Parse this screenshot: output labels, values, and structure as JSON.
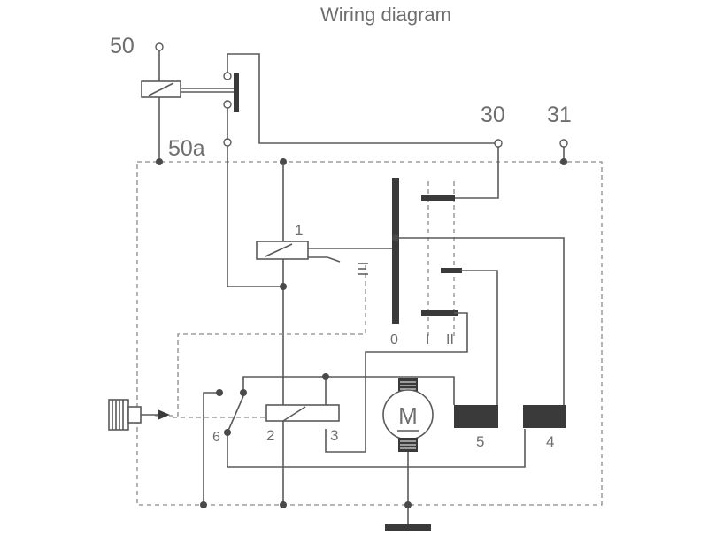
{
  "title": "Wiring diagram",
  "terminals": {
    "t50": "50",
    "t50a": "50a",
    "t30": "30",
    "t31": "31"
  },
  "labels": {
    "relay": "1",
    "pos0": "0",
    "pos1": "I",
    "pos2": "II",
    "n2": "2",
    "n3": "3",
    "n4": "4",
    "n5": "5",
    "n6": "6",
    "motor": "M"
  }
}
